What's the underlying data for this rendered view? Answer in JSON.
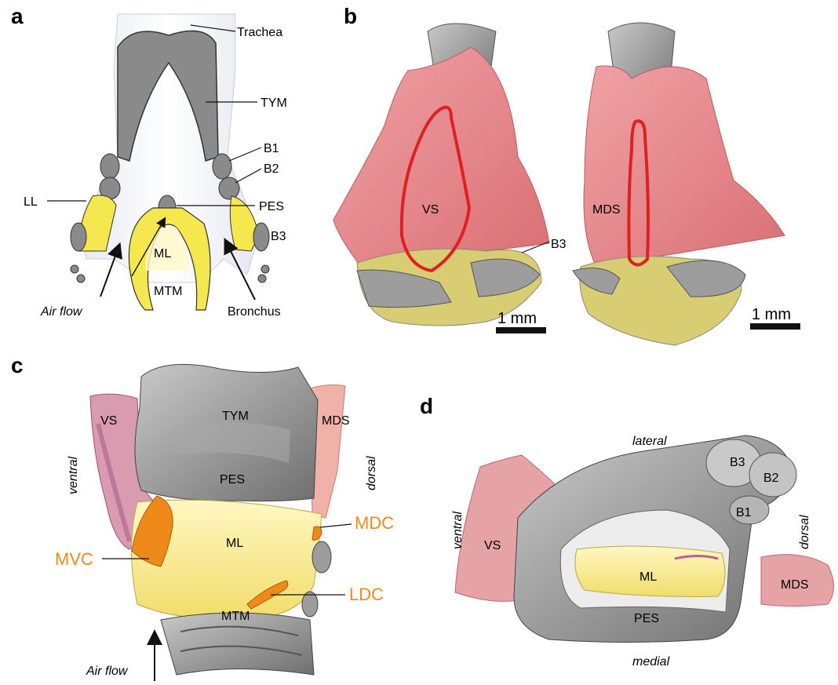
{
  "panels": {
    "a": {
      "letter": "a",
      "labels": {
        "trachea": "Trachea",
        "tym": "TYM",
        "b1": "B1",
        "b2": "B2",
        "ll": "LL",
        "pes": "PES",
        "b3": "B3",
        "ml": "ML",
        "mtm": "MTM",
        "air_flow": "Air flow",
        "bronchus": "Bronchus"
      }
    },
    "b": {
      "letter": "b",
      "labels": {
        "vs": "VS",
        "mds": "MDS",
        "b3": "B3"
      },
      "scale_bar_left": "1 mm",
      "scale_bar_right": "1 mm"
    },
    "c": {
      "letter": "c",
      "labels": {
        "vs": "VS",
        "tym": "TYM",
        "mds": "MDS",
        "pes": "PES",
        "ventral": "ventral",
        "dorsal": "dorsal",
        "ml": "ML",
        "mdc": "MDC",
        "mvc": "MVC",
        "ldc": "LDC",
        "mtm": "MTM",
        "air_flow": "Air flow"
      }
    },
    "d": {
      "letter": "d",
      "labels": {
        "lateral": "lateral",
        "b3": "B3",
        "b2": "B2",
        "b1": "B1",
        "ventral": "ventral",
        "dorsal": "dorsal",
        "vs": "VS",
        "ml": "ML",
        "mds": "MDS",
        "pes": "PES",
        "medial": "medial"
      }
    }
  },
  "colors": {
    "tissue_gray": "#8a8a8a",
    "pale_gray": "#dde2ea",
    "yellow": "#f2e24a",
    "pink": "#e8878a",
    "orange": "#ef8a1a",
    "red_outline": "#e02020",
    "olive_yellow": "#d8cd72"
  }
}
